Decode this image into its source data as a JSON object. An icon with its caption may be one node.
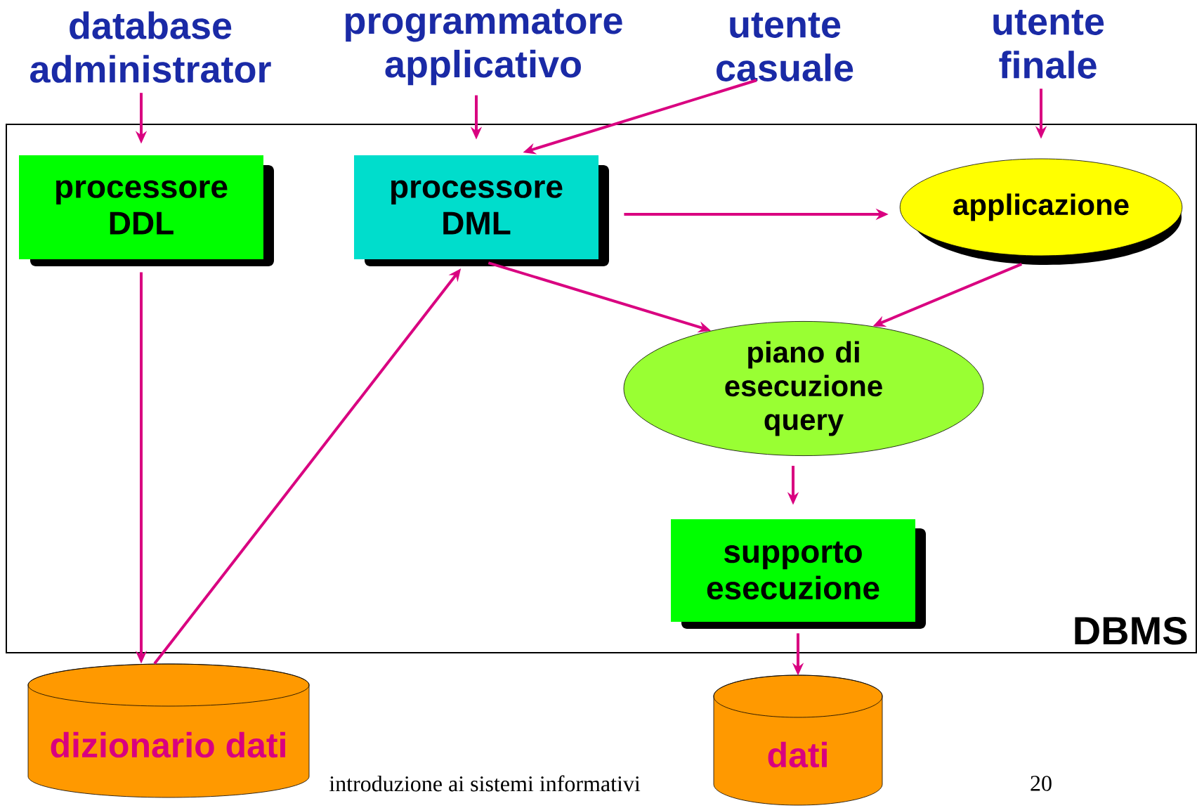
{
  "diagram": {
    "nodes": [
      {
        "text": [
          "DBMS"
        ]
      },
      {
        "text": [
          "database administrator"
        ]
      },
      {
        "text": [
          "programmatore applicativo"
        ]
      },
      {
        "text": [
          "utente casuale"
        ]
      },
      {
        "text": [
          "utente finale"
        ]
      },
      {
        "text": [
          "processore DDL"
        ],
        "in": 0
      },
      {
        "text": [
          "processore DML"
        ],
        "in": 0
      },
      {
        "text": [
          "applicazione"
        ],
        "in": 0
      },
      {
        "text": [
          "piano di esecuzione query"
        ],
        "in": 0
      },
      {
        "text": [
          "supporto esecuzione"
        ],
        "in": 0
      },
      {
        "text": [
          "dizionario dati"
        ]
      },
      {
        "text": [
          "dati"
        ]
      }
    ],
    "edges": [
      {
        "from": 1,
        "to": 5,
        "arrow": "to"
      },
      {
        "from": 2,
        "to": 6,
        "arrow": "to"
      },
      {
        "from": 3,
        "to": 6,
        "arrow": "to"
      },
      {
        "from": 4,
        "to": 7,
        "arrow": "to"
      },
      {
        "from": 6,
        "to": 7,
        "arrow": "to"
      },
      {
        "from": 6,
        "to": 8,
        "arrow": "to"
      },
      {
        "from": 7,
        "to": 8,
        "arrow": "to"
      },
      {
        "from": 8,
        "to": 9,
        "arrow": "to"
      },
      {
        "from": 9,
        "to": 11,
        "arrow": "to"
      },
      {
        "from": 5,
        "to": 10,
        "arrow": "to"
      },
      {
        "from": 10,
        "to": 6,
        "arrow": "to"
      }
    ],
    "labels": [
      "introduzione ai sistemi informativi",
      "20"
    ]
  }
}
